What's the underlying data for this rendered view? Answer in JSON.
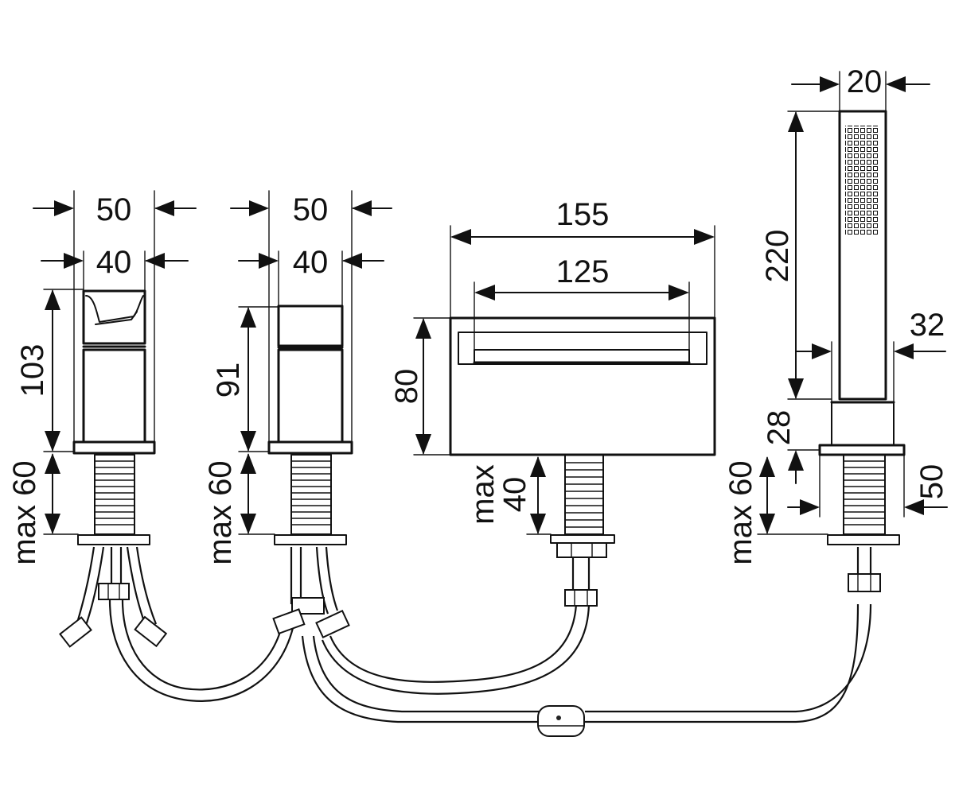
{
  "diagram": {
    "components": [
      {
        "id": "spout-left-handle",
        "dims": {
          "width_outer": "50",
          "width_inner": "40",
          "height": "103",
          "install": "max 60"
        }
      },
      {
        "id": "mixer-handle",
        "dims": {
          "width_outer": "50",
          "width_inner": "40",
          "height": "91",
          "install": "max 60"
        }
      },
      {
        "id": "cascade-spout",
        "dims": {
          "width_outer": "155",
          "width_inner": "125",
          "height": "80",
          "install_line1": "max",
          "install_line2": "40"
        }
      },
      {
        "id": "hand-shower",
        "dims": {
          "width": "20",
          "length": "220",
          "holder_width": "32",
          "holder_height": "28",
          "install": "max 60",
          "flange": "50"
        }
      }
    ]
  }
}
